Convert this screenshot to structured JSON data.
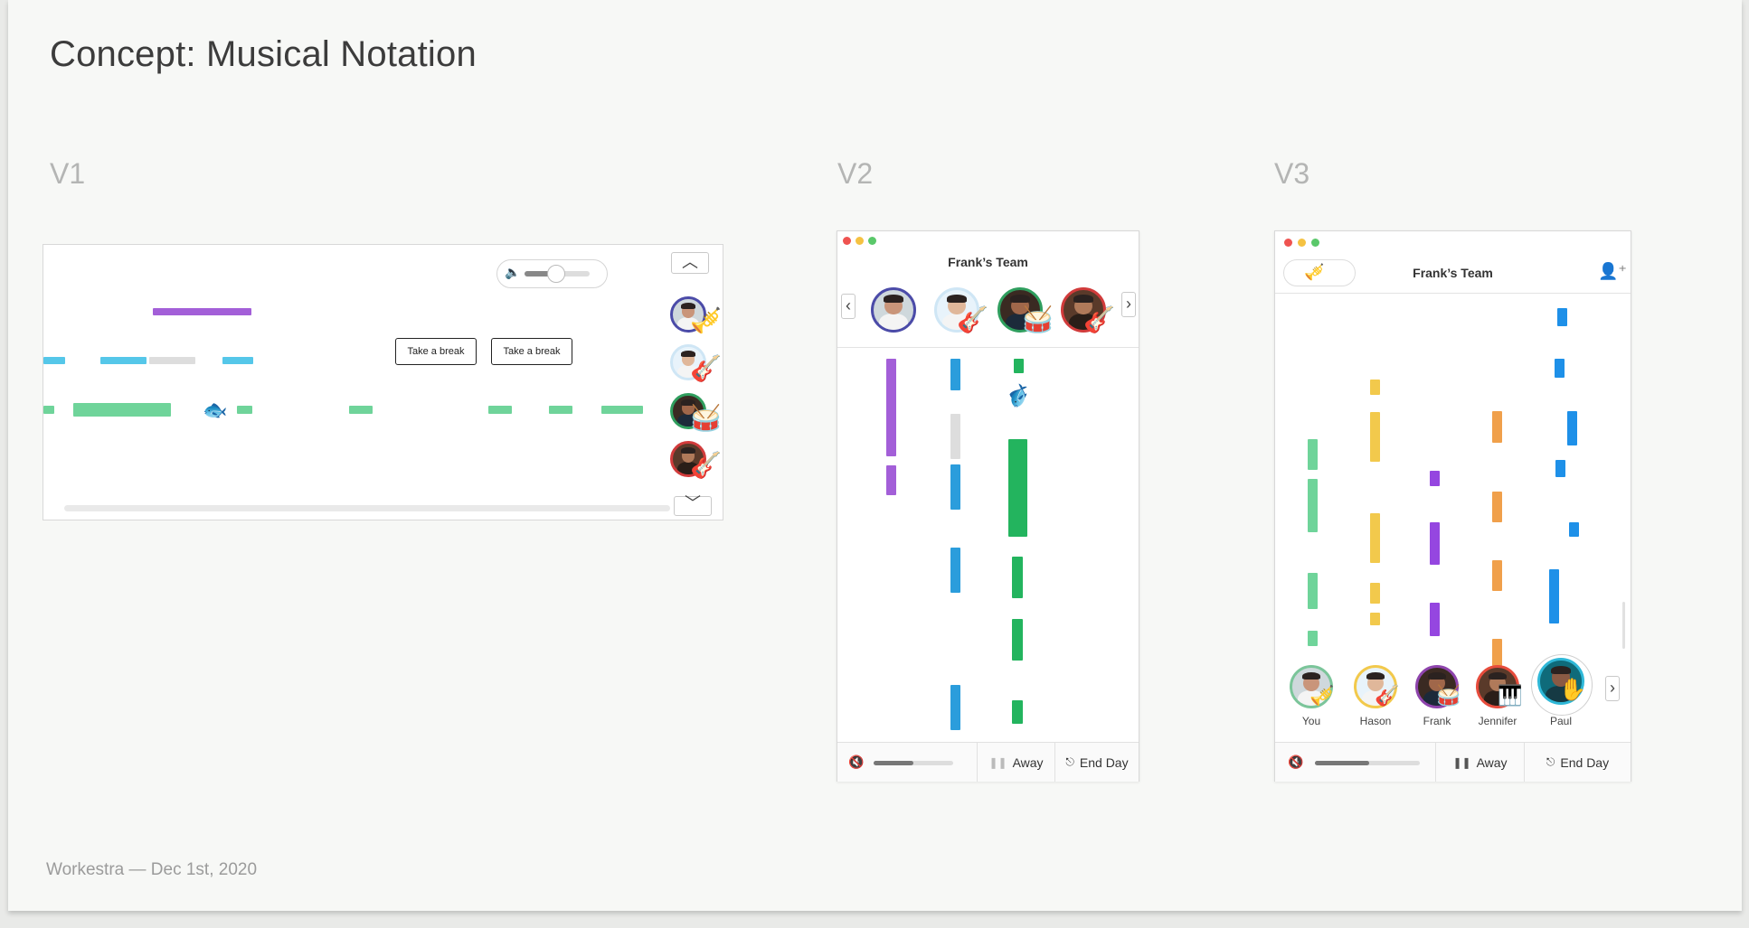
{
  "page": {
    "title": "Concept: Musical Notation",
    "footer": "Workestra — Dec 1st, 2020"
  },
  "v1": {
    "label": "V1",
    "break_button_1": "Take a break",
    "break_button_2": "Take a break",
    "volume_level": 0.45,
    "fish_icon": "🐟",
    "avatars": [
      {
        "name": "member-1",
        "ring": "#4b4ba8",
        "instrument": "🎺"
      },
      {
        "name": "member-2",
        "ring": "#cfe6f5",
        "instrument": "🎸"
      },
      {
        "name": "member-3",
        "ring": "#2f9e5e",
        "instrument": "🥁"
      },
      {
        "name": "member-4",
        "ring": "#d13b3b",
        "instrument": "🎸"
      }
    ]
  },
  "v2": {
    "label": "V2",
    "team_title": "Frank’s Team",
    "prev_icon": "‹",
    "next_icon": "›",
    "fish_icon": "🐟",
    "away_label": "Away",
    "end_day_label": "End Day",
    "volume_level": 0.5,
    "avatars": [
      {
        "name": "member-1",
        "ring": "#4b4ba8",
        "instrument": ""
      },
      {
        "name": "member-2",
        "ring": "#cfe6f5",
        "instrument": "🎸"
      },
      {
        "name": "member-3",
        "ring": "#2f9e5e",
        "instrument": "🥁"
      },
      {
        "name": "member-4",
        "ring": "#d13b3b",
        "instrument": "🎸"
      }
    ]
  },
  "v3": {
    "label": "V3",
    "team_title": "Frank’s Team",
    "away_label": "Away",
    "end_day_label": "End Day",
    "next_icon": "›",
    "volume_level": 0.52,
    "members": [
      {
        "name": "You",
        "ring": "#7bc59a",
        "instrument": "🎺"
      },
      {
        "name": "Hason",
        "ring": "#f2c94c",
        "instrument": "🎸"
      },
      {
        "name": "Frank",
        "ring": "#8e44ad",
        "instrument": "🥁"
      },
      {
        "name": "Jennifer",
        "ring": "#e74c3c",
        "instrument": "🎹"
      },
      {
        "name": "Paul",
        "ring": "#2fb8d8",
        "instrument": "✋"
      }
    ]
  },
  "colors": {
    "purple": "#a35fd8",
    "purple_v3": "#9546e0",
    "blue": "#55c7e9",
    "blue_v2": "#2b9ddc",
    "blue_v3": "#1e90e8",
    "green": "#6fd49a",
    "green_v2": "#23b45e",
    "green_v3": "#6fd49a",
    "gray": "#dddddd",
    "yellow": "#f2c94c",
    "orange": "#f0a04b"
  }
}
